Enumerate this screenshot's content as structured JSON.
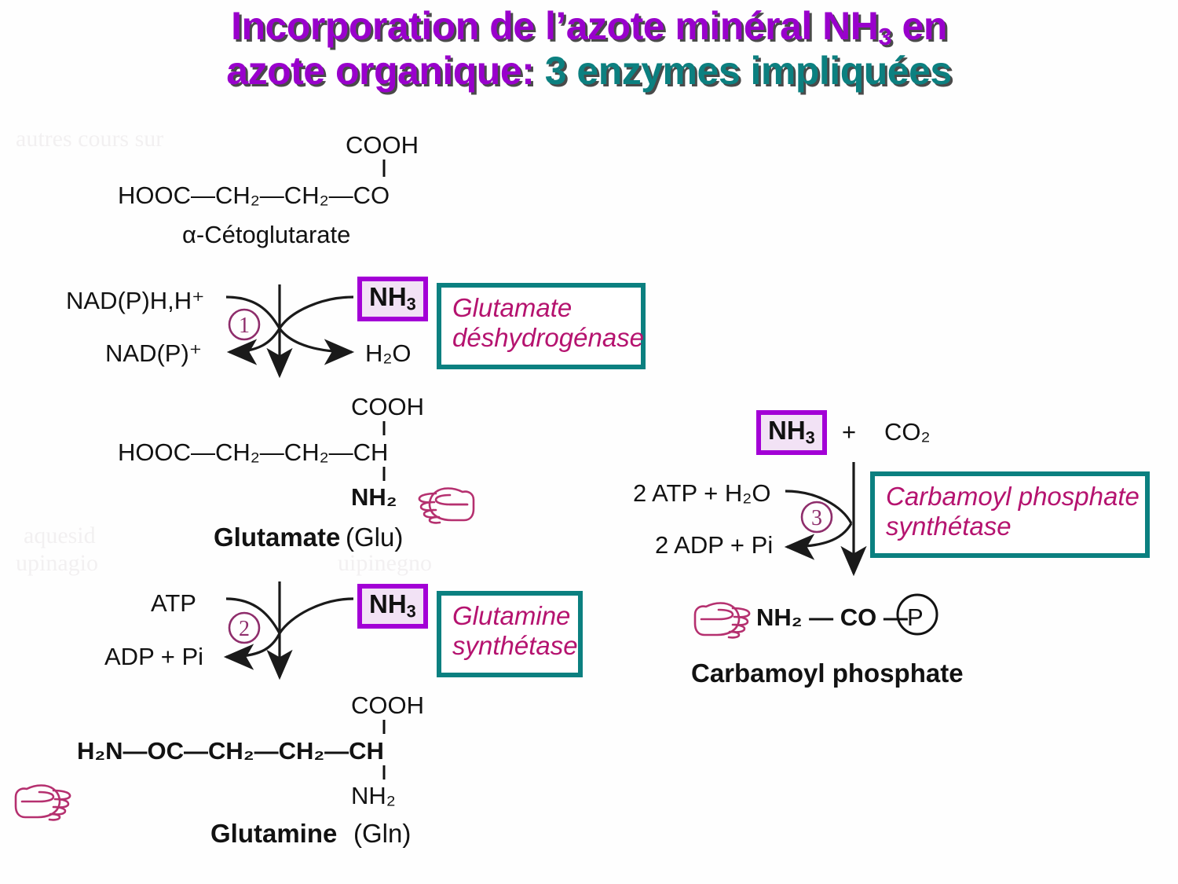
{
  "title": {
    "line1_purple_a": "Incorporation de l’azote minéral NH",
    "line1_sub": "3",
    "line1_purple_b": " en",
    "line2_purple": "azote organique: ",
    "line2_teal": "3 enzymes impliquées",
    "purple_color": "#9900cc",
    "teal_color": "#0c8080",
    "shadow_color": "#4a4a4a"
  },
  "colors": {
    "nh3_border": "#a300d6",
    "nh3_fill": "#f2e2f5",
    "enzyme_border": "#0b8080",
    "enzyme_text": "#b5136f",
    "hand_icon": "#b5306f",
    "circle_number": "#8e2d6b",
    "structure_black": "#121212"
  },
  "substrate_top": {
    "cooh": "COOH",
    "backbone": "HOOC—CH₂—CH₂—CO",
    "name": "α-Cétoglutarate"
  },
  "reaction1": {
    "number": "①",
    "reactant_left": "NAD(P)H,H⁺",
    "product_left": "NAD(P)⁺",
    "reactant_right": "NH₃",
    "nh3_label": "NH",
    "nh3_sub": "3",
    "product_right": "H₂O",
    "enzyme_line1": "Glutamate",
    "enzyme_line2": "déshydrogénase"
  },
  "glutamate": {
    "cooh": "COOH",
    "backbone": "HOOC—CH₂—CH₂—CH",
    "amine": "NH₂",
    "name_bold": "Glutamate",
    "name_abbrev": "(Glu)",
    "pointer_icon": "pointing-hand-left-icon"
  },
  "reaction2": {
    "number": "②",
    "reactant_left": "ATP",
    "product_left": "ADP + Pi",
    "nh3_label": "NH",
    "nh3_sub": "3",
    "enzyme_line1": "Glutamine",
    "enzyme_line2": "synthétase"
  },
  "glutamine": {
    "cooh": "COOH",
    "backbone": "H₂N—OC—CH₂—CH₂—CH",
    "amine": "NH₂",
    "name_bold": "Glutamine",
    "name_abbrev": "(Gln)",
    "pointer_icon": "pointing-hand-right-icon"
  },
  "reaction3": {
    "number": "③",
    "nh3_label": "NH",
    "nh3_sub": "3",
    "plus": "+",
    "co2": "CO₂",
    "reactant_left": "2 ATP + H₂O",
    "product_left": "2 ADP + Pi",
    "enzyme_line1": "Carbamoyl phosphate",
    "enzyme_line2": "synthétase"
  },
  "carbamoyl": {
    "backbone": "NH₂ — CO —",
    "phosphate": "P",
    "name": "Carbamoyl phosphate",
    "pointer_icon": "pointing-hand-right-icon"
  },
  "ghosts": {
    "g1": "autres    cours    sur",
    "g2": "aquesid",
    "g3": "upinagio",
    "g4": "uipinegno"
  }
}
